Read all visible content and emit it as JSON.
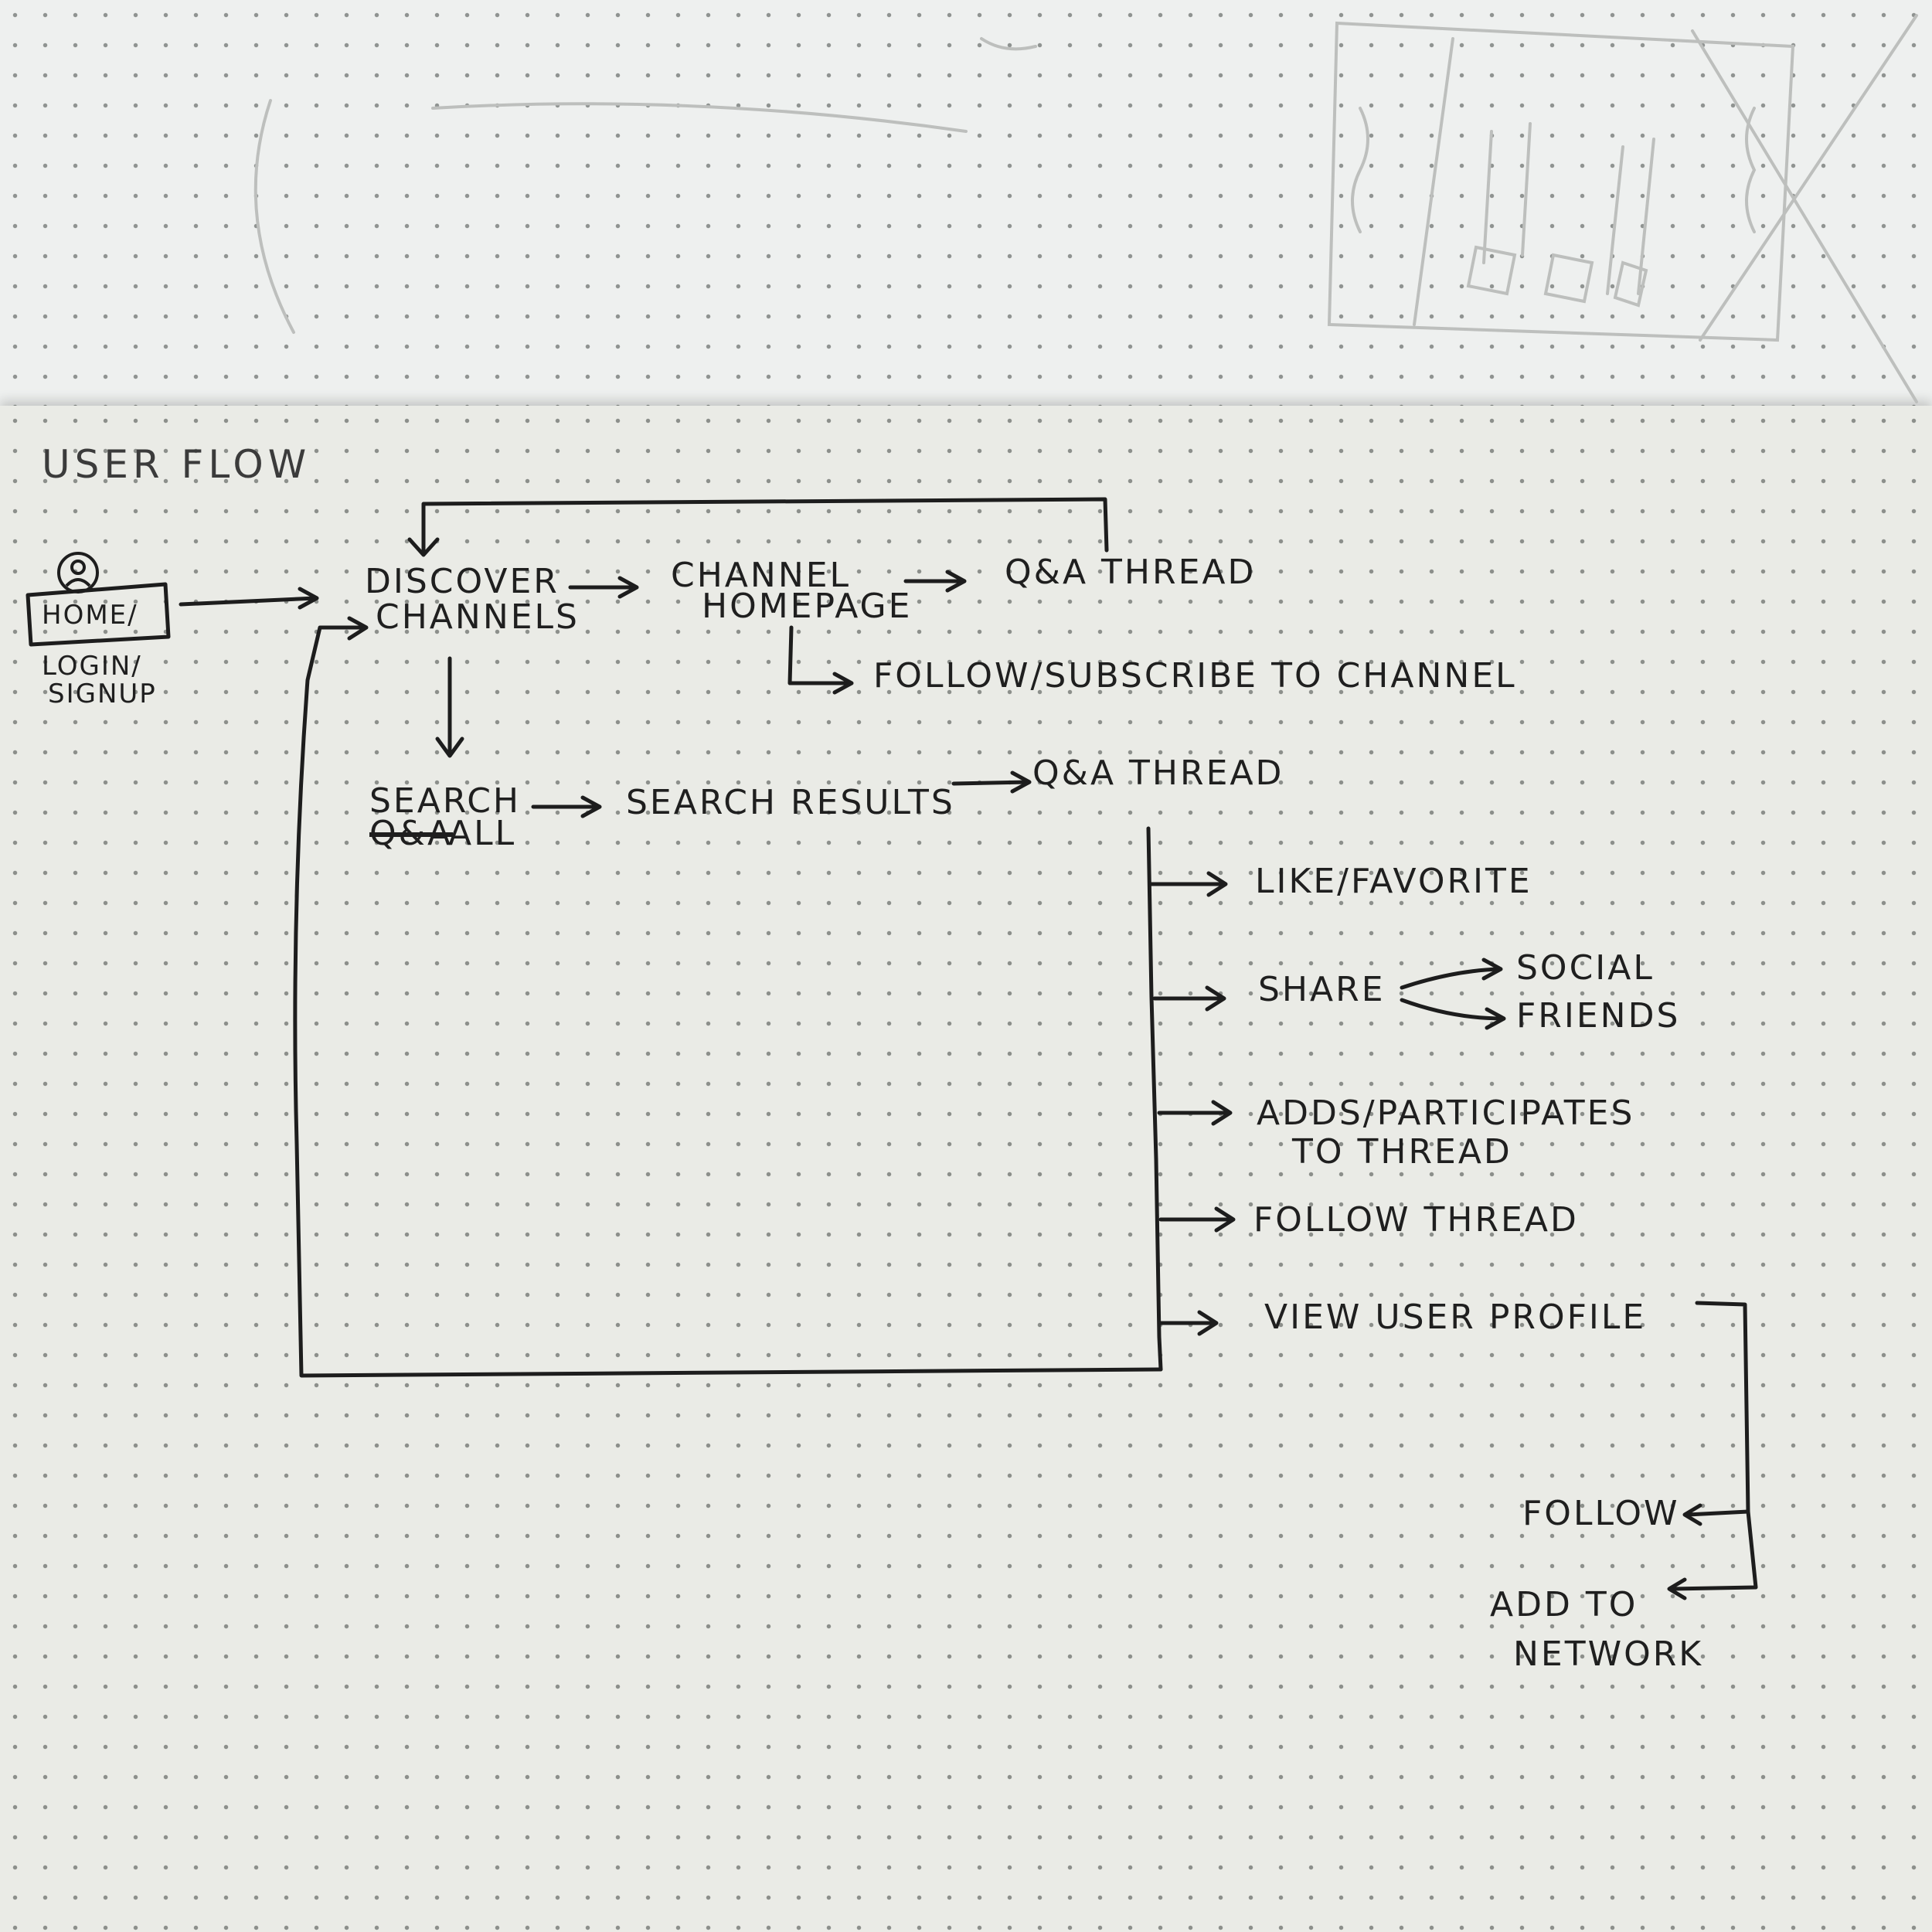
{
  "title": "USER FLOW",
  "nodes": {
    "home": {
      "line1": "HOME/",
      "line2": "LOGIN/",
      "line3": "SIGNUP"
    },
    "discover": {
      "line1": "DISCOVER",
      "line2": "CHANNELS"
    },
    "channel_homepage": {
      "line1": "CHANNEL",
      "line2": "HOMEPAGE"
    },
    "qa_thread_top": "Q&A THREAD",
    "follow_subscribe": "FOLLOW/SUBSCRIBE TO CHANNEL",
    "search": {
      "line1": "SEARCH",
      "struck": "Q&A",
      "line2": "ALL"
    },
    "search_results": "SEARCH RESULTS",
    "qa_thread_mid": "Q&A THREAD",
    "like_favorite": "LIKE/FAVORITE",
    "share": "SHARE",
    "social": "SOCIAL",
    "friends": "FRIENDS",
    "adds_participates": {
      "line1": "ADDS/PARTICIPATES",
      "line2": "TO THREAD"
    },
    "follow_thread": "FOLLOW THREAD",
    "view_user_profile": "VIEW USER PROFILE",
    "follow": "FOLLOW",
    "add_to_network": {
      "line1": "ADD TO",
      "line2": "NETWORK"
    }
  },
  "icons": {
    "user": "user-circle-icon"
  },
  "colors": {
    "ink": "#1d1d1d",
    "paper": "#eaebe6"
  }
}
